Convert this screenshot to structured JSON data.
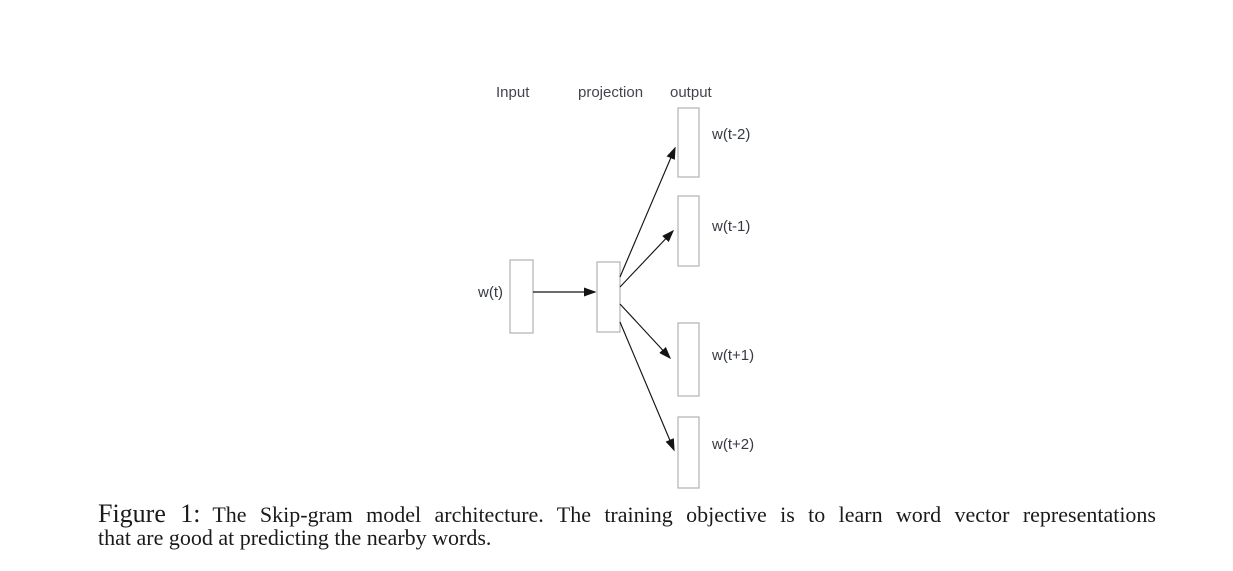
{
  "figure": {
    "headers": {
      "input": "Input",
      "projection": "projection",
      "output": "output"
    },
    "nodes": {
      "input_label": "w(t)",
      "outputs": [
        "w(t-2)",
        "w(t-1)",
        "w(t+1)",
        "w(t+2)"
      ]
    },
    "colors": {
      "background": "#ffffff",
      "box_border": "#b2b2b2",
      "arrow": "#141414",
      "diagram_label": "#43454b",
      "caption_text": "#1a1a1a"
    }
  },
  "caption": {
    "label": "Figure 1:",
    "line1": "The Skip-gram model architecture. The training objective is to learn word vector representations",
    "line2": "that are good at predicting the nearby words."
  }
}
